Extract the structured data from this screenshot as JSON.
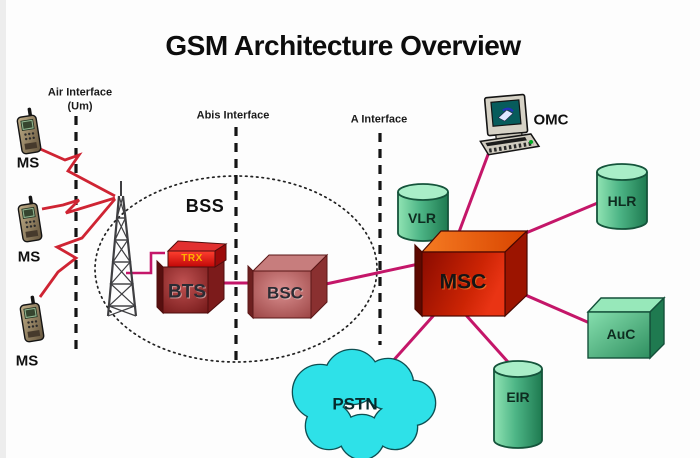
{
  "title": "GSM Architecture Overview",
  "interfaces": {
    "air": {
      "label": "Air Interface",
      "sub": "(Um)"
    },
    "abis": {
      "label": "Abis Interface"
    },
    "a": {
      "label": "A Interface"
    }
  },
  "nodes": {
    "ms1": {
      "label": "MS"
    },
    "ms2": {
      "label": "MS"
    },
    "ms3": {
      "label": "MS"
    },
    "bss": {
      "label": "BSS"
    },
    "trx": {
      "label": "TRX"
    },
    "bts": {
      "label": "BTS"
    },
    "bsc": {
      "label": "BSC"
    },
    "msc": {
      "label": "MSC"
    },
    "vlr": {
      "label": "VLR"
    },
    "hlr": {
      "label": "HLR"
    },
    "auc": {
      "label": "AuC"
    },
    "eir": {
      "label": "EIR"
    },
    "omc": {
      "label": "OMC"
    },
    "pstn": {
      "label": "PSTN"
    }
  },
  "colors": {
    "connection_line": "#c41669",
    "radio_link": "#cf2433",
    "dashed_interface_line": "#141414",
    "msc_top": "#ee5c12",
    "msc_front": "#c41e02",
    "bts_front": "#9e3535",
    "trx_front": "#ee1111",
    "bsc_front": "#c97878",
    "green_node": "#4db586",
    "cloud_fill": "#2ee1e8",
    "trx_text": "#ffb000"
  }
}
